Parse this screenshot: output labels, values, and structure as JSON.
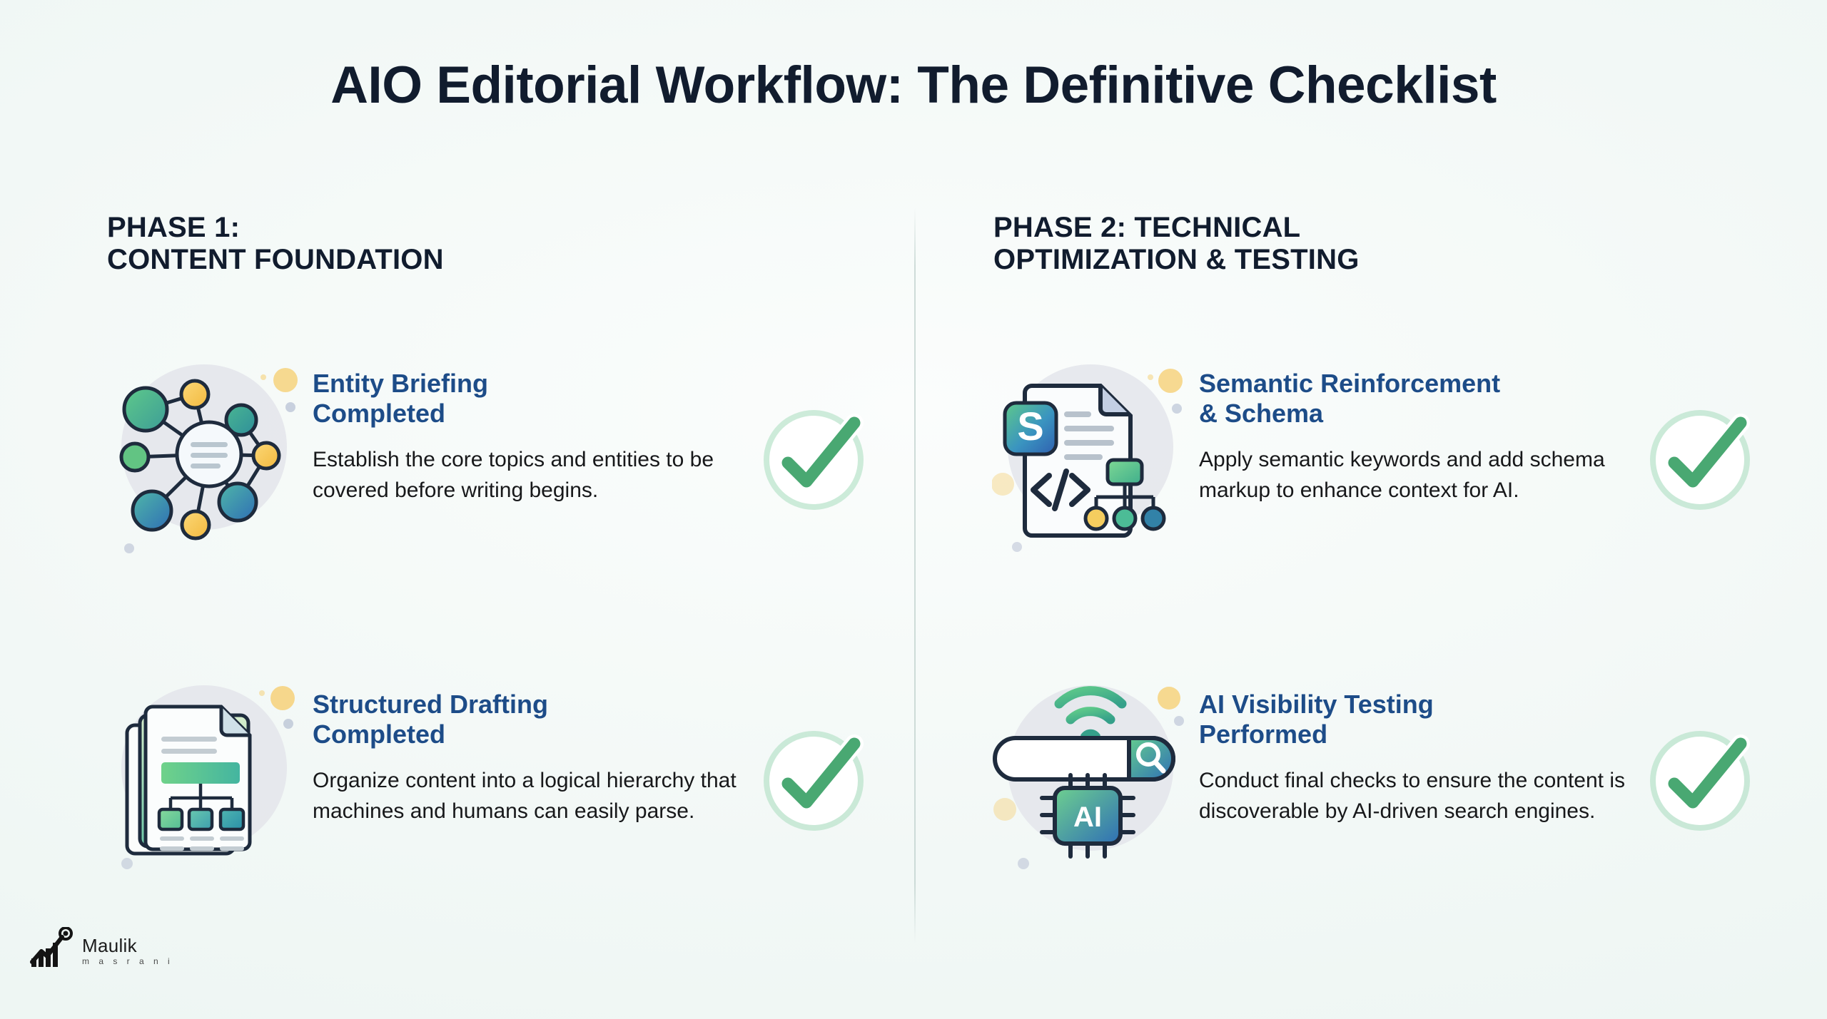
{
  "header": {
    "title": "AIO Editorial Workflow: The Definitive Checklist"
  },
  "theme": {
    "background": "#f2f8f6",
    "title_color": "#111c2e",
    "card_title_color": "#1d4c88",
    "body_color": "#17181a",
    "check_green": "#49a872",
    "accent_yellow": "#f4c44a",
    "accent_teal": "#35a08a",
    "icon_circle": "#e3e4ea"
  },
  "columns": [
    {
      "phase_line1": "PHASE 1:",
      "phase_line2": "CONTENT FOUNDATION",
      "cards": [
        {
          "title_line1": "Entity Briefing",
          "title_line2": "Completed",
          "description": "Establish the core topics and entities to be covered before writing begins.",
          "icon": "knowledge-graph-icon",
          "status": "completed",
          "status_icon": "green-check-icon"
        },
        {
          "title_line1": "Structured Drafting",
          "title_line2": "Completed",
          "description": "Organize content into a logical hierarchy that machines and humans can easily parse.",
          "icon": "stacked-documents-hierarchy-icon",
          "status": "completed",
          "status_icon": "green-check-icon"
        }
      ]
    },
    {
      "phase_line1": "PHASE 2: TECHNICAL",
      "phase_line2": "OPTIMIZATION & TESTING",
      "cards": [
        {
          "title_line1": "Semantic Reinforcement",
          "title_line2": "& Schema",
          "description": "Apply semantic keywords and add schema markup to enhance context for AI.",
          "icon": "schema-document-code-icon",
          "status": "completed",
          "status_icon": "green-check-icon",
          "badge_letter": "S",
          "code_glyph": "</>"
        },
        {
          "title_line1": "AI Visibility Testing",
          "title_line2": "Performed",
          "description": "Conduct final checks to ensure the content is discoverable by AI-driven search engines.",
          "icon": "ai-search-chip-icon",
          "status": "completed",
          "status_icon": "green-check-icon",
          "chip_label": "AI"
        }
      ]
    }
  ],
  "logo": {
    "name": "Maulik",
    "subtitle": "m a s r a n i",
    "mark": "growth-chart-magnifier-icon"
  }
}
